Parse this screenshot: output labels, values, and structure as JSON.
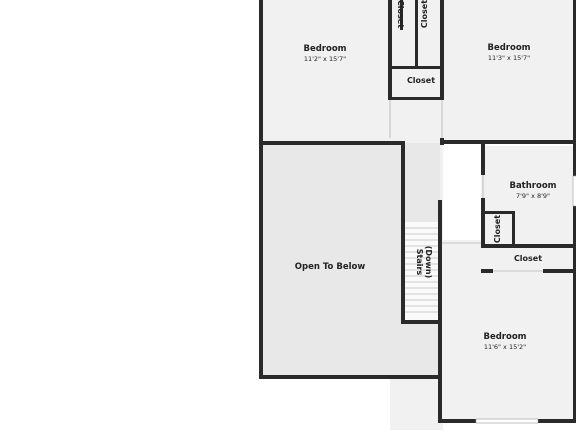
{
  "floor_plan": {
    "rooms": {
      "bedroom_top_left": {
        "name": "Bedroom",
        "dims": "11'2\" x 15'7\""
      },
      "bedroom_top_right": {
        "name": "Bedroom",
        "dims": "11'3\" x 15'7\""
      },
      "bedroom_bottom": {
        "name": "Bedroom",
        "dims": "11'6\" x 15'2\""
      },
      "bathroom": {
        "name": "Bathroom",
        "dims": "7'9\" x 8'9\""
      },
      "open_to_below": {
        "name": "Open To Below"
      },
      "stairs": {
        "name_line1": "Stairs",
        "name_line2": "(Down)"
      },
      "closet_top_left": {
        "name": "Closet"
      },
      "closet_top_right": {
        "name": "Closet"
      },
      "closet_hall": {
        "name": "Closet"
      },
      "closet_bath": {
        "name": "Closet"
      },
      "closet_bottom": {
        "name": "Closet"
      }
    },
    "colors": {
      "wall": "#2a2a2a",
      "floor": "#f1f1f1",
      "open_area": "#e8e8e8",
      "window": "#ffffff"
    }
  }
}
